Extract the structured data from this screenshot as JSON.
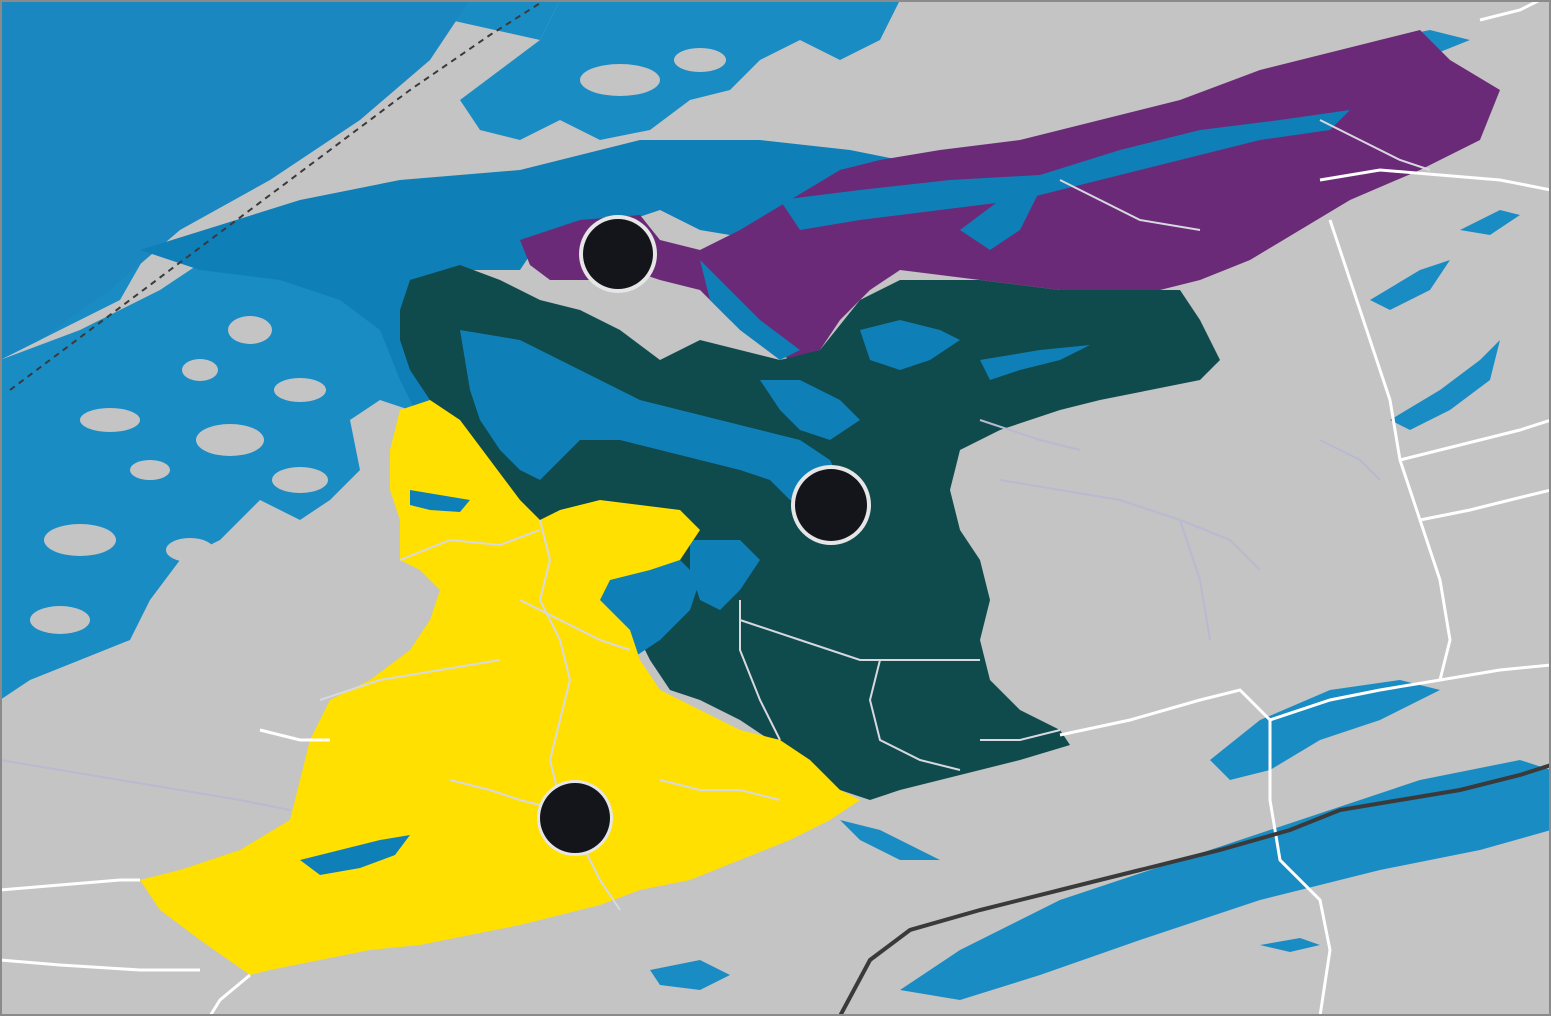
{
  "map": {
    "colors": {
      "land": "#c4c4c4",
      "sea": "#1a8cc4",
      "sea_offshore": "#1b87c0",
      "sea_inner": "#0f7fb8",
      "water": "#1a8cc4",
      "region_purple": "#6b2a78",
      "region_teal": "#0f4a4c",
      "region_yellow": "#ffe000",
      "border_white": "#ffffff",
      "border_region": "#d8d8e0",
      "road": "#3a3a3a",
      "river": "#b9b9d2",
      "marker_fill": "#0c0c14",
      "marker_stroke": "#e6e6e6"
    },
    "regions": [
      {
        "id": "region-purple",
        "color_key": "region_purple"
      },
      {
        "id": "region-teal",
        "color_key": "region_teal"
      },
      {
        "id": "region-yellow",
        "color_key": "region_yellow"
      }
    ],
    "markers": [
      {
        "id": "marker-north",
        "region": "region-purple"
      },
      {
        "id": "marker-east",
        "region": "region-teal"
      },
      {
        "id": "marker-south",
        "region": "region-yellow"
      }
    ]
  }
}
